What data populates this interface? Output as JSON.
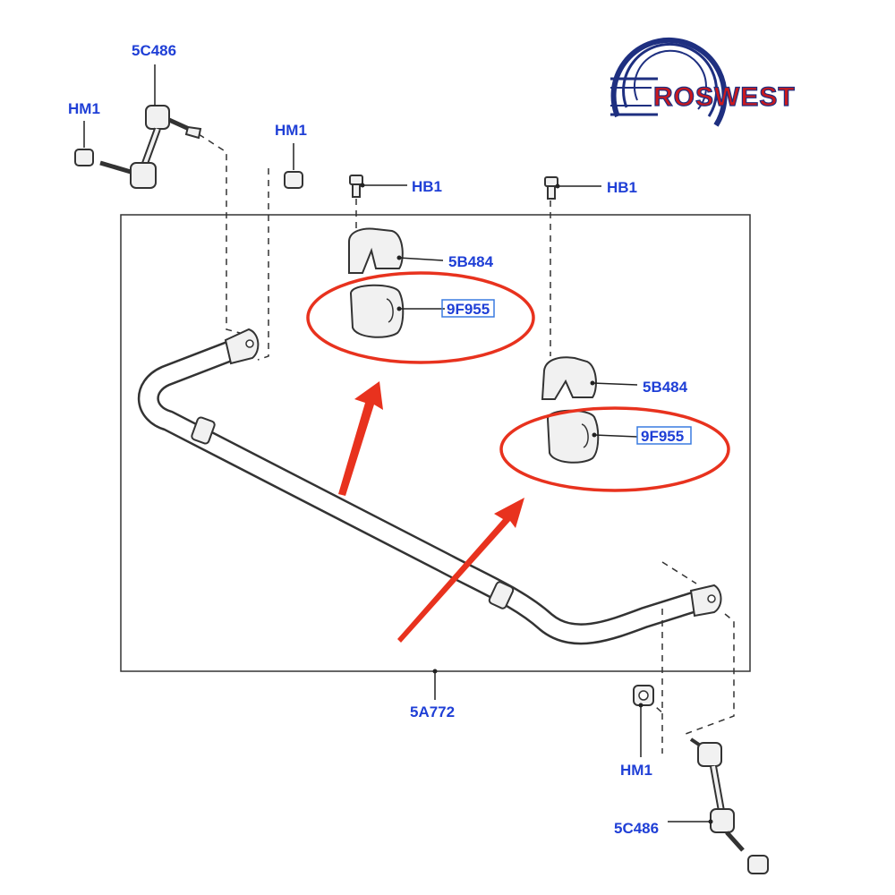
{
  "brand": {
    "name": "ROSWEST"
  },
  "labels": {
    "link_top": "5C486",
    "hm1_top_left": "HM1",
    "hm1_top_mid": "HM1",
    "hb1_left": "HB1",
    "hb1_right": "HB1",
    "bracket_left": "5B484",
    "bushing_left": "9F955",
    "bracket_right": "5B484",
    "bushing_right": "9F955",
    "stabilizer_bar": "5A772",
    "hm1_bottom": "HM1",
    "link_bottom": "5C486"
  },
  "colors": {
    "label": "#1f3fd6",
    "highlight": "#e8321e",
    "logo_red": "#c8191f",
    "logo_blue": "#1e2f80"
  }
}
